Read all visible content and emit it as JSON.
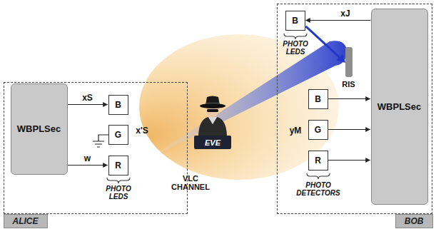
{
  "diagram": {
    "nodes": [
      {
        "text": [
          "ALICE"
        ]
      },
      {
        "text": [
          "WBPLSec"
        ],
        "in": 0
      },
      {
        "text": [
          "B"
        ],
        "in": 0
      },
      {
        "text": [
          "G"
        ],
        "in": 0
      },
      {
        "text": [
          "R"
        ],
        "in": 0
      },
      {
        "text": [
          "EVE"
        ]
      },
      {
        "text": [
          "BOB"
        ]
      },
      {
        "text": [
          "B"
        ],
        "in": 6
      },
      {
        "text": [
          "RIS"
        ],
        "in": 6
      },
      {
        "text": [
          "WBPLSec"
        ],
        "in": 6
      },
      {
        "text": [
          "B"
        ],
        "in": 6
      },
      {
        "text": [
          "G"
        ],
        "in": 6
      },
      {
        "text": [
          "R"
        ],
        "in": 6
      }
    ],
    "edges": [
      {
        "from": 1,
        "to": 2,
        "arrow": "to",
        "label": "xS"
      },
      {
        "from": 1,
        "to": 4,
        "arrow": "to",
        "label": "w"
      },
      {
        "from": 9,
        "to": 7,
        "arrow": "to",
        "label": "xJ"
      },
      {
        "from": 7,
        "to": 8,
        "arrow": "to"
      },
      {
        "from": 10,
        "to": 9,
        "arrow": "to"
      },
      {
        "from": 11,
        "to": 9,
        "arrow": "to"
      },
      {
        "from": 12,
        "to": 9,
        "arrow": "to"
      }
    ],
    "labels": [
      "x'S",
      "PHOTO LEDS",
      "VLC CHANNEL",
      "PHOTO LEDS",
      "yM",
      "PHOTO DETECTORS"
    ]
  }
}
